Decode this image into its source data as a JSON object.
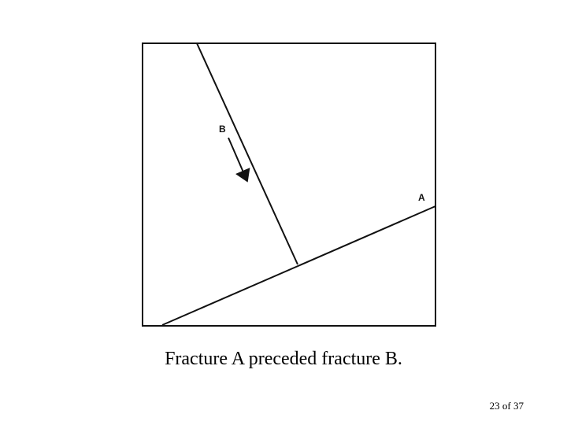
{
  "diagram": {
    "labels": {
      "fracture_a": "A",
      "fracture_b": "B"
    },
    "line_color": "#111111"
  },
  "caption": "Fracture A preceded fracture B.",
  "page_indicator": "23 of 37"
}
